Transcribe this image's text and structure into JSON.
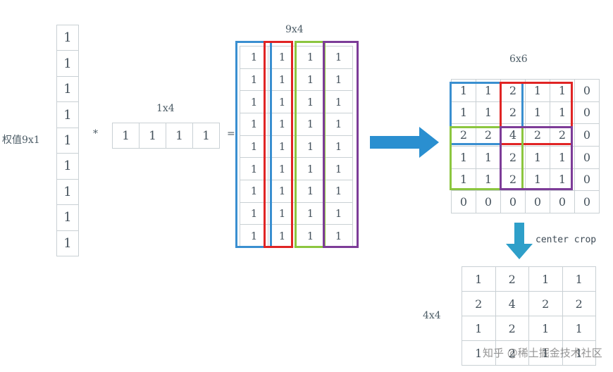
{
  "labels": {
    "weights": "权值9x1",
    "multiply": "*",
    "row_title": "1x4",
    "equals": "=",
    "product_title": "9x4",
    "sum_title": "6x6",
    "crop_label": "center crop",
    "result_title": "4x4"
  },
  "matrices": {
    "col9x1": [
      "1",
      "1",
      "1",
      "1",
      "1",
      "1",
      "1",
      "1",
      "1"
    ],
    "row1x4": [
      "1",
      "1",
      "1",
      "1"
    ],
    "m9x4": [
      [
        "1",
        "1",
        "1",
        "1"
      ],
      [
        "1",
        "1",
        "1",
        "1"
      ],
      [
        "1",
        "1",
        "1",
        "1"
      ],
      [
        "1",
        "1",
        "1",
        "1"
      ],
      [
        "1",
        "1",
        "1",
        "1"
      ],
      [
        "1",
        "1",
        "1",
        "1"
      ],
      [
        "1",
        "1",
        "1",
        "1"
      ],
      [
        "1",
        "1",
        "1",
        "1"
      ],
      [
        "1",
        "1",
        "1",
        "1"
      ]
    ],
    "m6x6": [
      [
        "1",
        "1",
        "2",
        "1",
        "1",
        "0"
      ],
      [
        "1",
        "1",
        "2",
        "1",
        "1",
        "0"
      ],
      [
        "2",
        "2",
        "4",
        "2",
        "2",
        "0"
      ],
      [
        "1",
        "1",
        "2",
        "1",
        "1",
        "0"
      ],
      [
        "1",
        "1",
        "2",
        "1",
        "1",
        "0"
      ],
      [
        "0",
        "0",
        "0",
        "0",
        "0",
        "0"
      ]
    ],
    "m4x4": [
      [
        "1",
        "2",
        "1",
        "1"
      ],
      [
        "2",
        "4",
        "2",
        "2"
      ],
      [
        "1",
        "2",
        "1",
        "1"
      ],
      [
        "1",
        "2",
        "1",
        "1"
      ]
    ]
  },
  "colors": {
    "blue": "#3a8fd0",
    "red": "#e02424",
    "green": "#8cc63f",
    "purple": "#7d3c98",
    "arrow": "#2a8fd0",
    "arrow_down": "#2e9fc9"
  },
  "watermark": "知乎 @稀土掘金技术社区"
}
